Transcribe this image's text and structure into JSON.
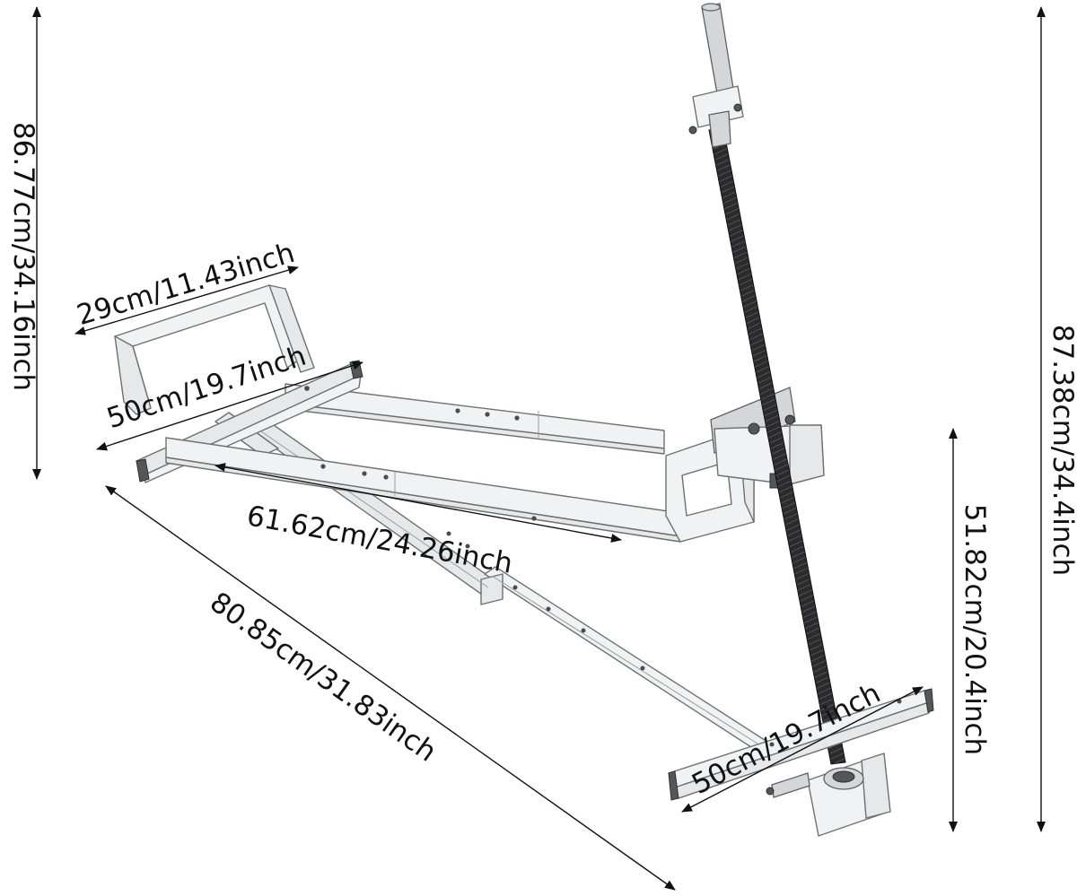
{
  "dimensions": {
    "left_height": "86.77cm/34.16inch",
    "right_height": "87.38cm/34.4inch",
    "top_width": "29cm/11.43inch",
    "front_width": "50cm/19.7inch",
    "side_length": "61.62cm/24.26inch",
    "diagonal_length": "80.85cm/31.83inch",
    "lower_height": "51.82cm/20.4inch",
    "base_width": "50cm/19.7inch"
  },
  "colors": {
    "background": "#ffffff",
    "frame": "#e7e8ea",
    "outline": "#6e6f72",
    "threaded_rod": "#2b2b2d",
    "dimension_ink": "#111111"
  }
}
